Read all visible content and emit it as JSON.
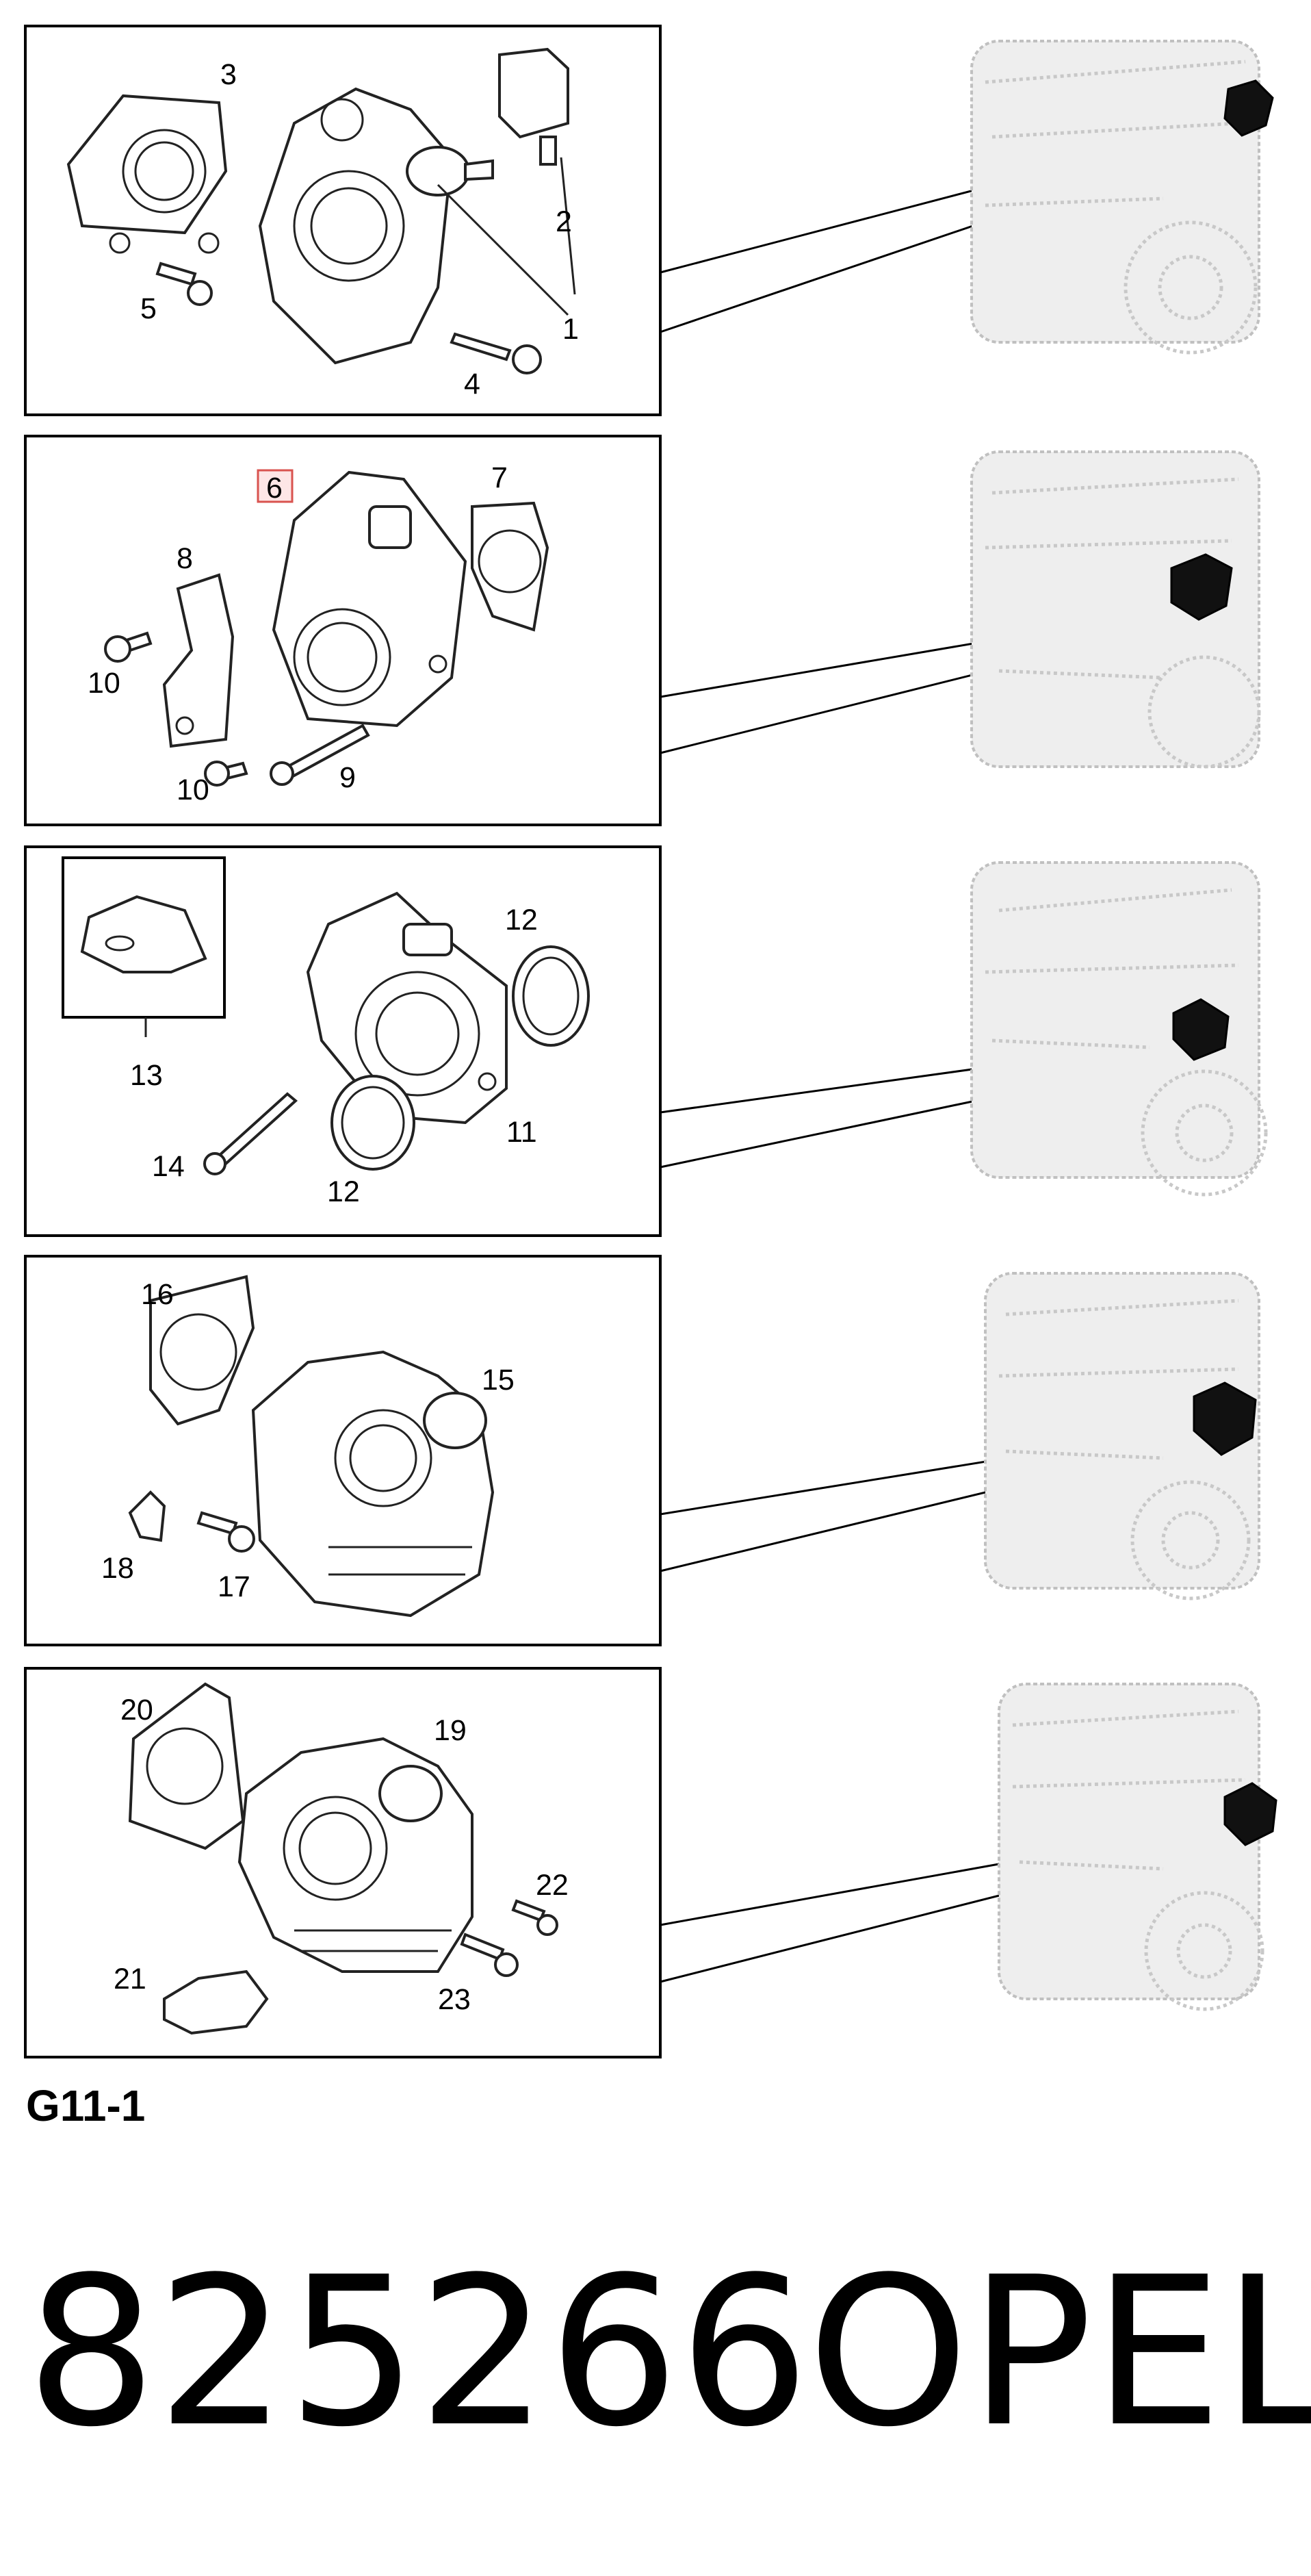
{
  "diagram": {
    "code": "G11-1",
    "part_number": "825266",
    "brand": "OPEL",
    "highlighted_callout": "6",
    "highlight_color": "#d9534f"
  },
  "panels": [
    {
      "callouts": [
        "1",
        "2",
        "3",
        "4",
        "5"
      ]
    },
    {
      "callouts": [
        "6",
        "7",
        "8",
        "9",
        "10",
        "10"
      ]
    },
    {
      "callouts": [
        "11",
        "12",
        "12",
        "13",
        "14"
      ]
    },
    {
      "callouts": [
        "15",
        "16",
        "17",
        "18"
      ]
    },
    {
      "callouts": [
        "19",
        "20",
        "21",
        "22",
        "23"
      ]
    }
  ]
}
